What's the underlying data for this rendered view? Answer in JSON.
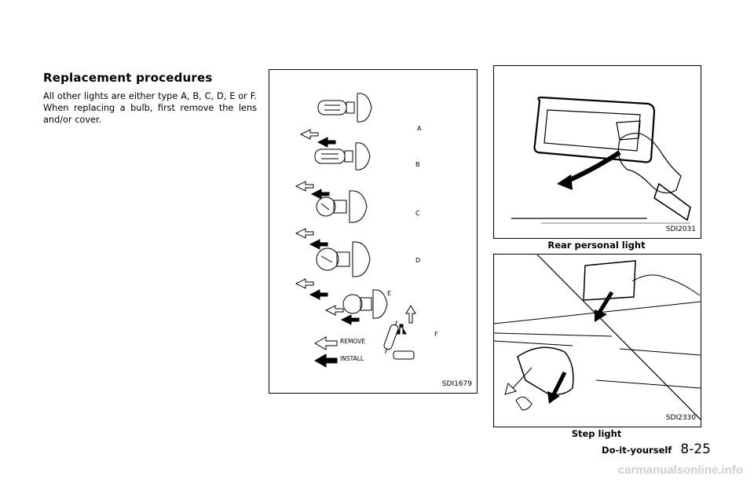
{
  "page": {
    "heading": "Replacement procedures",
    "body": "All other lights are either type A, B, C, D, E or F. When replacing a bulb, first remove the lens and/or cover."
  },
  "figures": {
    "bulbs": {
      "code": "SDI1679",
      "letters": [
        "A",
        "B",
        "C",
        "D",
        "E",
        "F"
      ],
      "legend_remove": "REMOVE",
      "legend_install": "INSTALL"
    },
    "rear_personal": {
      "code": "SDI2031",
      "caption": "Rear personal light"
    },
    "step": {
      "code": "SDI2330",
      "caption": "Step light"
    }
  },
  "footer": {
    "section": "Do-it-yourself",
    "page_number": "8-25"
  },
  "watermark": "carmanualsonline.info"
}
